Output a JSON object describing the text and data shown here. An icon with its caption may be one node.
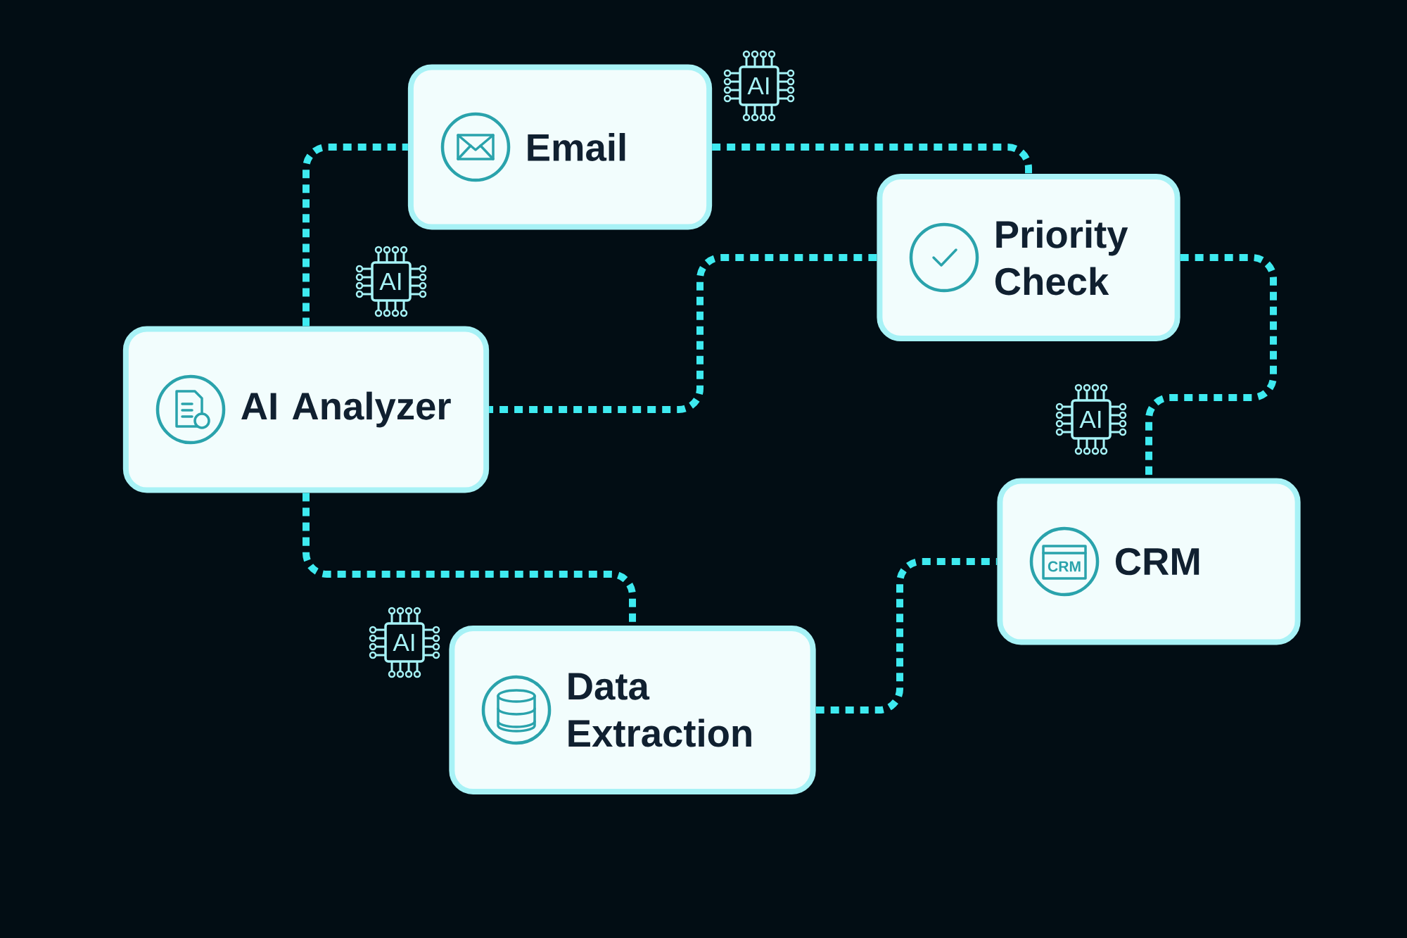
{
  "diagram": {
    "nodes": [
      {
        "text": [
          "Email"
        ]
      },
      {
        "text": [
          "Priority Check"
        ]
      },
      {
        "text": [
          "AI Analyzer"
        ]
      },
      {
        "text": [
          "CRM"
        ]
      },
      {
        "text": [
          "Data Extraction"
        ]
      }
    ],
    "edges": [
      {
        "from": 2,
        "to": 0,
        "arrow": "none",
        "style": "dashed"
      },
      {
        "from": 0,
        "to": 1,
        "arrow": "none",
        "style": "dashed"
      },
      {
        "from": 1,
        "to": 2,
        "arrow": "none",
        "style": "dashed"
      },
      {
        "from": 1,
        "to": 3,
        "arrow": "none",
        "style": "dashed"
      },
      {
        "from": 2,
        "to": 4,
        "arrow": "none",
        "style": "dashed"
      },
      {
        "from": 4,
        "to": 3,
        "arrow": "none",
        "style": "dashed"
      }
    ],
    "labels": [
      "AI",
      "AI",
      "AI",
      "AI",
      "CRM"
    ]
  }
}
